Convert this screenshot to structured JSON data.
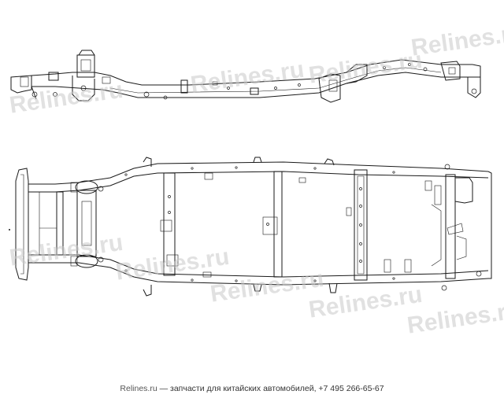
{
  "watermark": {
    "text": "Relines.ru",
    "color": "#c9c9c9"
  },
  "footer": {
    "site": "Relines.ru",
    "text": " — запчасти для китайских автомобилей, +7 495 266-65-67"
  },
  "diagram": {
    "subject": "frame-assembly",
    "views": [
      "side-view",
      "top-view"
    ]
  }
}
